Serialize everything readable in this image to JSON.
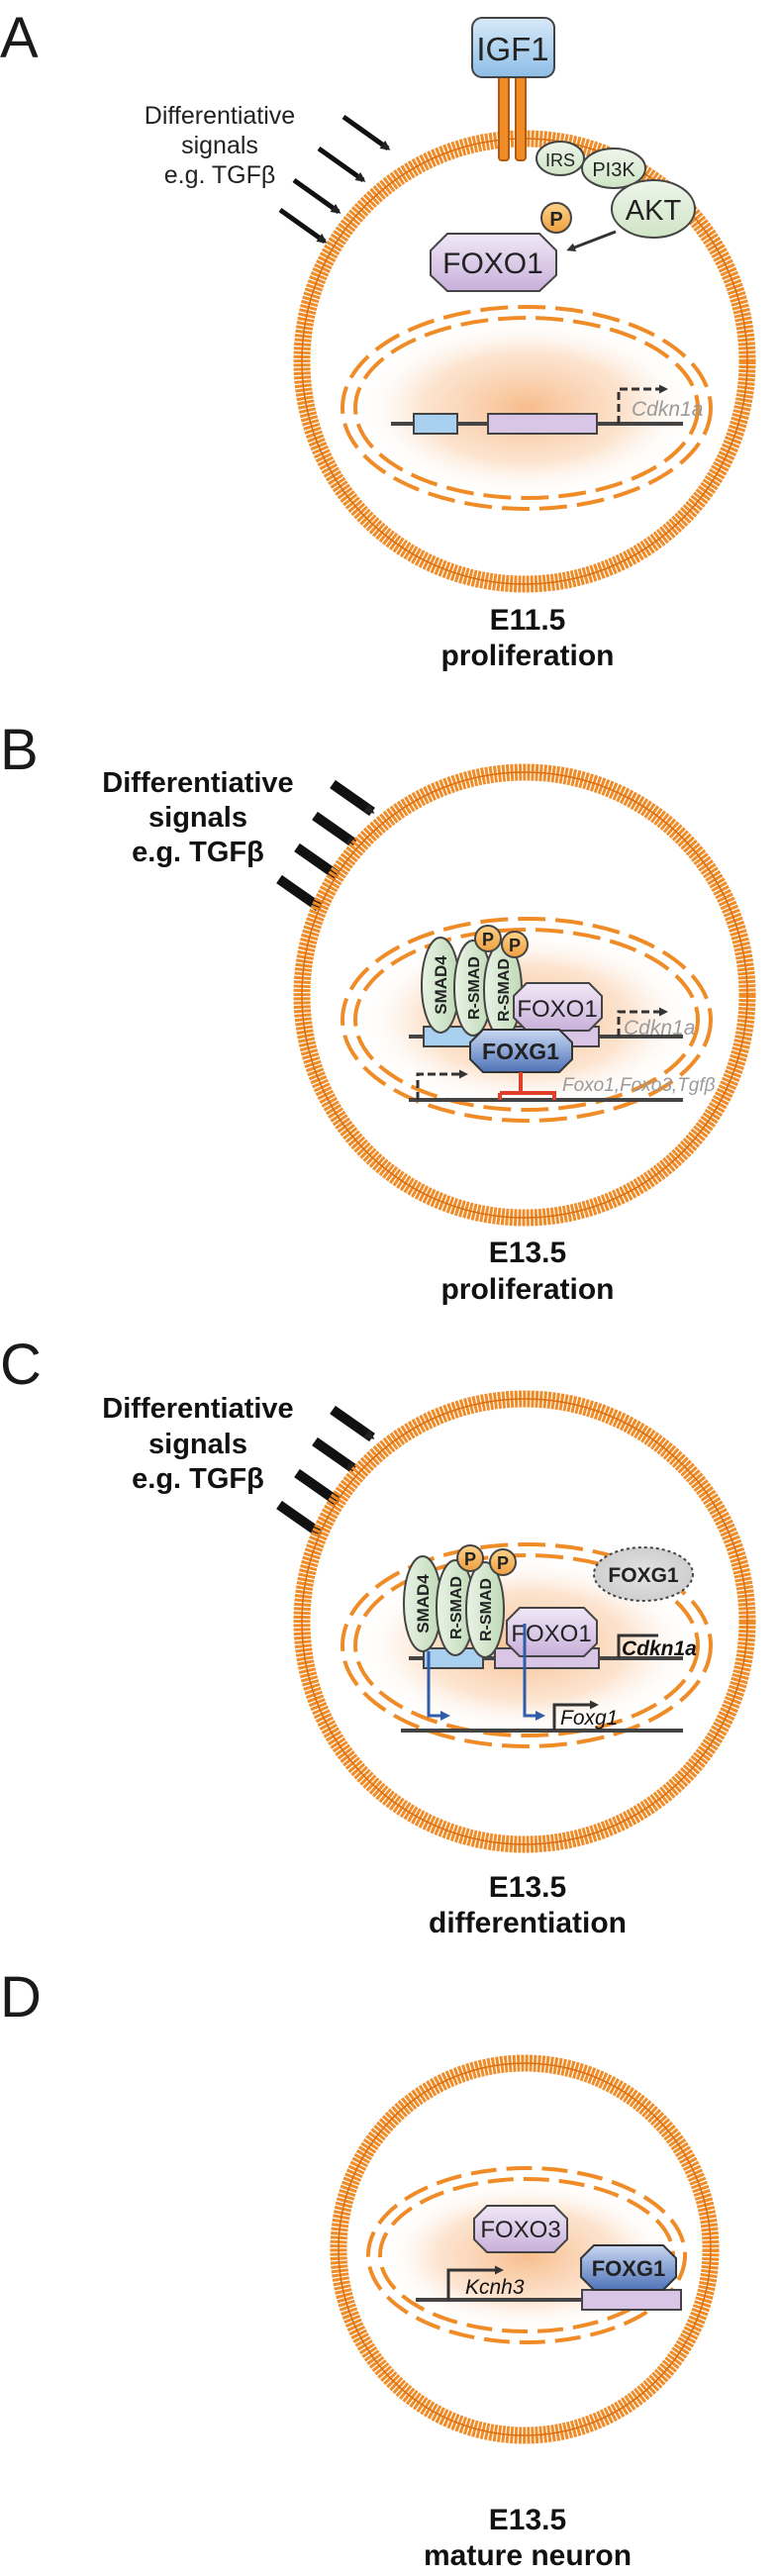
{
  "colors": {
    "membrane": "#F08C28",
    "membrane_dark": "#D96E10",
    "nucleus_fill": "#F9C9A0",
    "foxo": "#D9C6E6",
    "foxg1": "#5B7FC4",
    "smad": "#D6E8D0",
    "phospho": "#F5B050",
    "igf1": "#A9D0EE",
    "red_inhibit": "#E0402A",
    "blue_arrow": "#2F5DAA",
    "gray_text": "#9A9A9A"
  },
  "panels": {
    "A": {
      "letter": "A",
      "igf1": "IGF1",
      "signals": [
        "Differentiative",
        "signals",
        "e.g. TGFβ"
      ],
      "irs": "IRS",
      "pi3k": "PI3K",
      "akt": "AKT",
      "foxo1": "FOXO1",
      "p": "P",
      "gene": "Cdkn1a",
      "caption": [
        "E11.5",
        "proliferation"
      ]
    },
    "B": {
      "letter": "B",
      "signals": [
        "Differentiative",
        "signals",
        "e.g. TGFβ"
      ],
      "smad4": "SMAD4",
      "rsmad": "R-SMAD",
      "p": "P",
      "foxo1": "FOXO1",
      "foxg1": "FOXG1",
      "gene1": "Cdkn1a",
      "gene2": "Foxo1,Foxo3,Tgfβ",
      "caption": [
        "E13.5",
        "proliferation"
      ]
    },
    "C": {
      "letter": "C",
      "signals": [
        "Differentiative",
        "signals",
        "e.g. TGFβ"
      ],
      "smad4": "SMAD4",
      "rsmad": "R-SMAD",
      "p": "P",
      "foxo1": "FOXO1",
      "foxg1": "FOXG1",
      "gene1": "Cdkn1a",
      "gene2": "Foxg1",
      "caption": [
        "E13.5",
        "differentiation"
      ]
    },
    "D": {
      "letter": "D",
      "foxo3": "FOXO3",
      "foxg1": "FOXG1",
      "gene": "Kcnh3",
      "caption": [
        "E13.5",
        "mature neuron"
      ]
    }
  }
}
